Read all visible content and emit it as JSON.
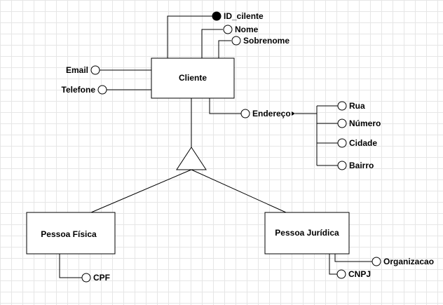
{
  "entities": {
    "cliente": "Cliente",
    "pessoa_fisica": "Pessoa Física",
    "pessoa_juridica": "Pessoa Jurídica"
  },
  "attributes": {
    "id_cliente": "ID_cilente",
    "nome": "Nome",
    "sobrenome": "Sobrenome",
    "email": "Email",
    "telefone": "Telefone",
    "endereco": "Endereço",
    "rua": "Rua",
    "numero": "Número",
    "cidade": "Cidade",
    "bairro": "Bairro",
    "cpf": "CPF",
    "organizacao": "Organizacao",
    "cnpj": "CNPJ"
  }
}
